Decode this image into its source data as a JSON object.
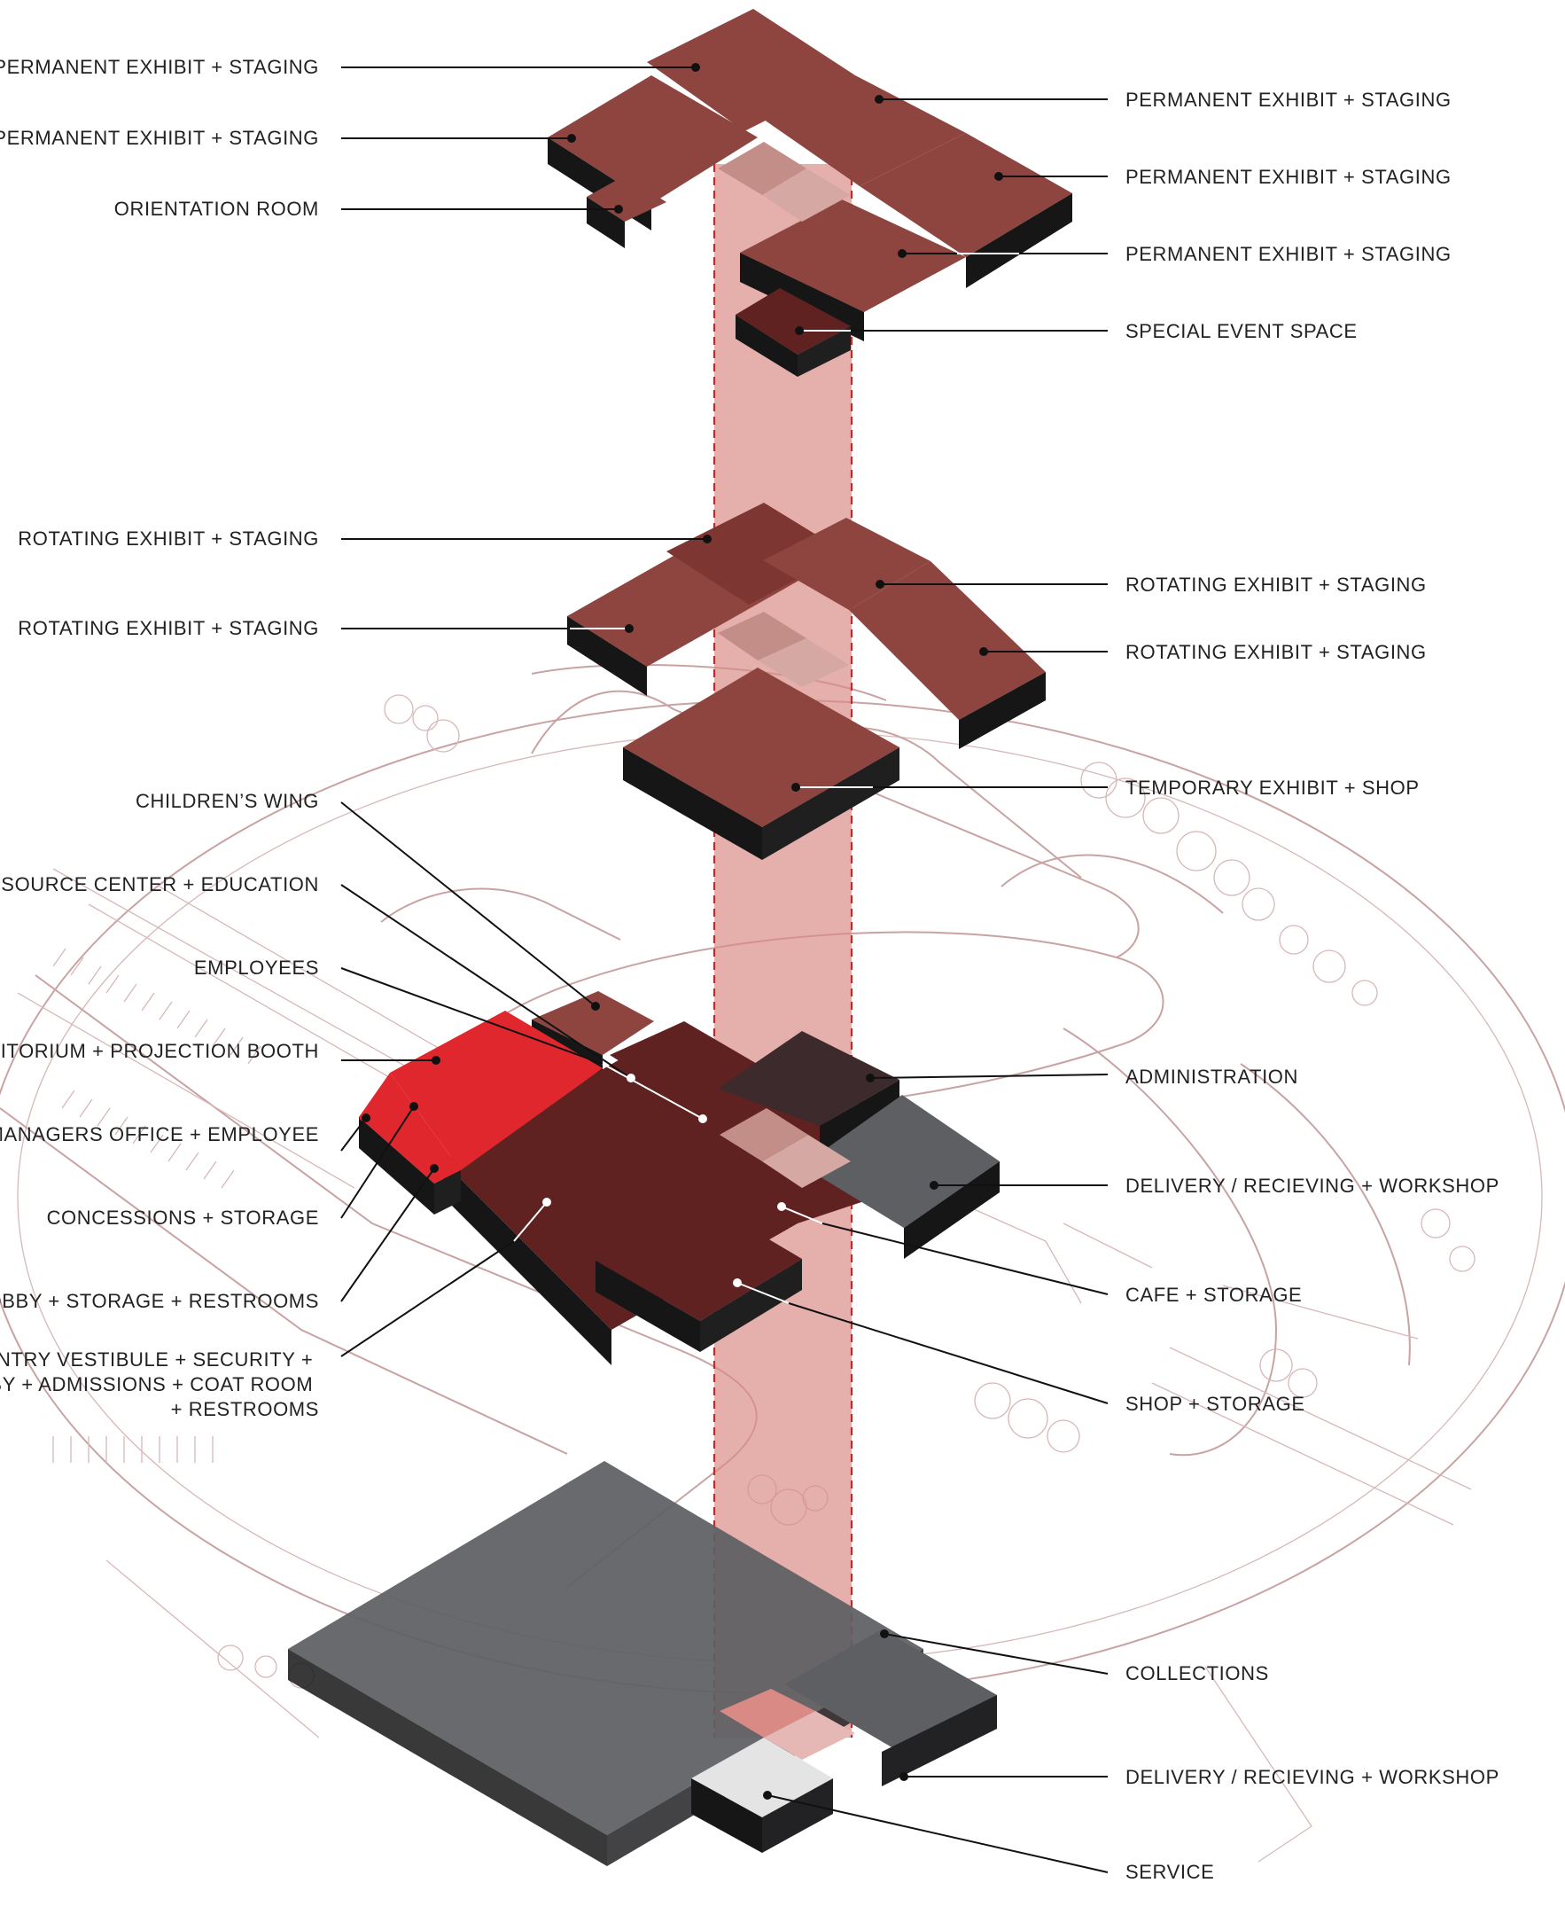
{
  "colors": {
    "exhibit": "#8e4540",
    "exhibit_dark": "#7e3632",
    "ground_dark": "#5f2220",
    "auditorium": "#e0272e",
    "core": "#c38d88",
    "core_light": "#d6a8a3",
    "admin": "#3d2a2c",
    "gray": "#5e5f62",
    "side": "#161616",
    "void": "#d98a85",
    "site_lines": "#c9a3a3",
    "label": "#222222"
  },
  "levels": [
    {
      "name": "upper-level",
      "labels_left": [
        {
          "text": "PERMANENT EXHIBIT + STAGING"
        },
        {
          "text": "PERMANENT EXHIBIT + STAGING"
        },
        {
          "text": "ORIENTATION ROOM"
        }
      ],
      "labels_right": [
        {
          "text": "PERMANENT EXHIBIT + STAGING"
        },
        {
          "text": "PERMANENT EXHIBIT + STAGING"
        },
        {
          "text": "PERMANENT EXHIBIT + STAGING"
        },
        {
          "text": "SPECIAL EVENT SPACE"
        }
      ]
    },
    {
      "name": "middle-level",
      "labels_left": [
        {
          "text": "ROTATING EXHIBIT + STAGING"
        },
        {
          "text": "ROTATING EXHIBIT + STAGING"
        }
      ],
      "labels_right": [
        {
          "text": "ROTATING EXHIBIT + STAGING"
        },
        {
          "text": "ROTATING EXHIBIT + STAGING"
        },
        {
          "text": "TEMPORARY EXHIBIT + SHOP"
        }
      ]
    },
    {
      "name": "ground-level",
      "labels_left": [
        {
          "text": "CHILDREN’S WING"
        },
        {
          "text": "RESOURCE CENTER + EDUCATION"
        },
        {
          "text": "EMPLOYEES"
        },
        {
          "text": "AUDITORIUM + PROJECTION BOOTH"
        },
        {
          "text": "MANAGERS OFFICE + EMPLOYEE"
        },
        {
          "text": "CONCESSIONS + STORAGE"
        },
        {
          "text": "LOBBY + STORAGE + RESTROOMS"
        },
        {
          "lines": [
            "ENTRY VESTIBULE + SECURITY +",
            "LOBBY + ADMISSIONS + COAT ROOM",
            "+ RESTROOMS"
          ]
        }
      ],
      "labels_right": [
        {
          "text": "ADMINISTRATION"
        },
        {
          "text": "DELIVERY / RECIEVING + WORKSHOP"
        },
        {
          "text": "CAFE + STORAGE"
        },
        {
          "text": "SHOP + STORAGE"
        }
      ]
    },
    {
      "name": "basement-level",
      "labels_right": [
        {
          "text": "COLLECTIONS"
        },
        {
          "text": "DELIVERY / RECIEVING + WORKSHOP"
        },
        {
          "text": "SERVICE"
        }
      ]
    }
  ]
}
